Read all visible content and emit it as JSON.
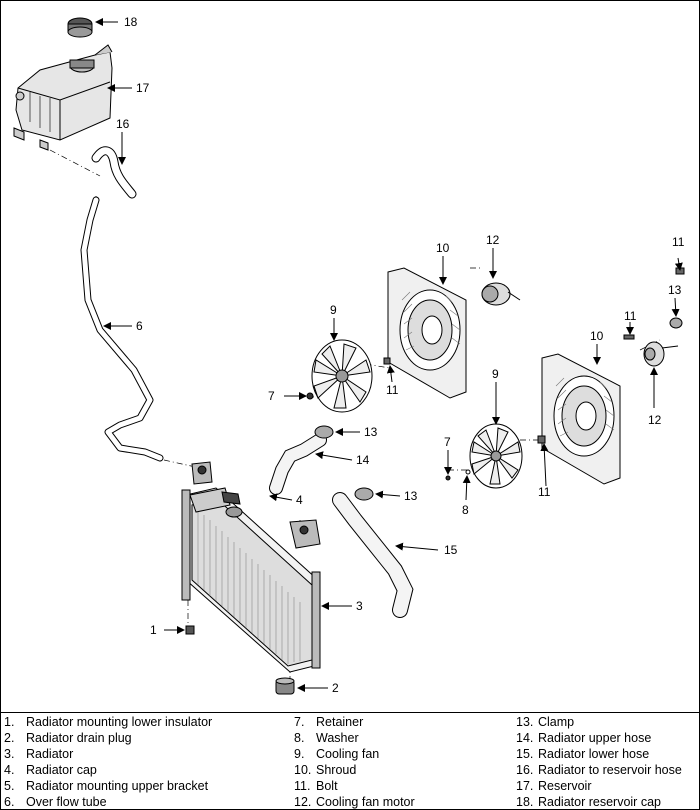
{
  "callouts": {
    "c18": "18",
    "c17": "17",
    "c16": "16",
    "c6": "6",
    "c10a": "10",
    "c12a": "12",
    "c11a": "11",
    "c13a": "13",
    "c9a": "9",
    "c7a": "7",
    "c11b": "11",
    "c13b": "13",
    "c14": "14",
    "c10b": "10",
    "c11c": "11",
    "c12b": "12",
    "c9b": "9",
    "c7b": "7",
    "c8": "8",
    "c11d": "11",
    "c4": "4",
    "c13c": "13",
    "c15": "15",
    "c3": "3",
    "c1": "1",
    "c2": "2"
  },
  "legend": [
    [
      {
        "num": "1.",
        "label": "Radiator mounting lower insulator"
      },
      {
        "num": "2.",
        "label": "Radiator drain plug"
      },
      {
        "num": "3.",
        "label": "Radiator"
      },
      {
        "num": "4.",
        "label": "Radiator cap"
      },
      {
        "num": "5.",
        "label": "Radiator mounting upper bracket"
      },
      {
        "num": "6.",
        "label": "Over flow tube"
      }
    ],
    [
      {
        "num": "7.",
        "label": "Retainer"
      },
      {
        "num": "8.",
        "label": "Washer"
      },
      {
        "num": "9.",
        "label": "Cooling fan"
      },
      {
        "num": "10.",
        "label": "Shroud"
      },
      {
        "num": "11.",
        "label": "Bolt"
      },
      {
        "num": "12.",
        "label": "Cooling fan motor"
      }
    ],
    [
      {
        "num": "13.",
        "label": "Clamp"
      },
      {
        "num": "14.",
        "label": "Radiator upper hose"
      },
      {
        "num": "15.",
        "label": "Radiator lower hose"
      },
      {
        "num": "16.",
        "label": "Radiator to reservoir hose"
      },
      {
        "num": "17.",
        "label": "Reservoir"
      },
      {
        "num": "18.",
        "label": "Radiator reservoir cap"
      }
    ]
  ]
}
